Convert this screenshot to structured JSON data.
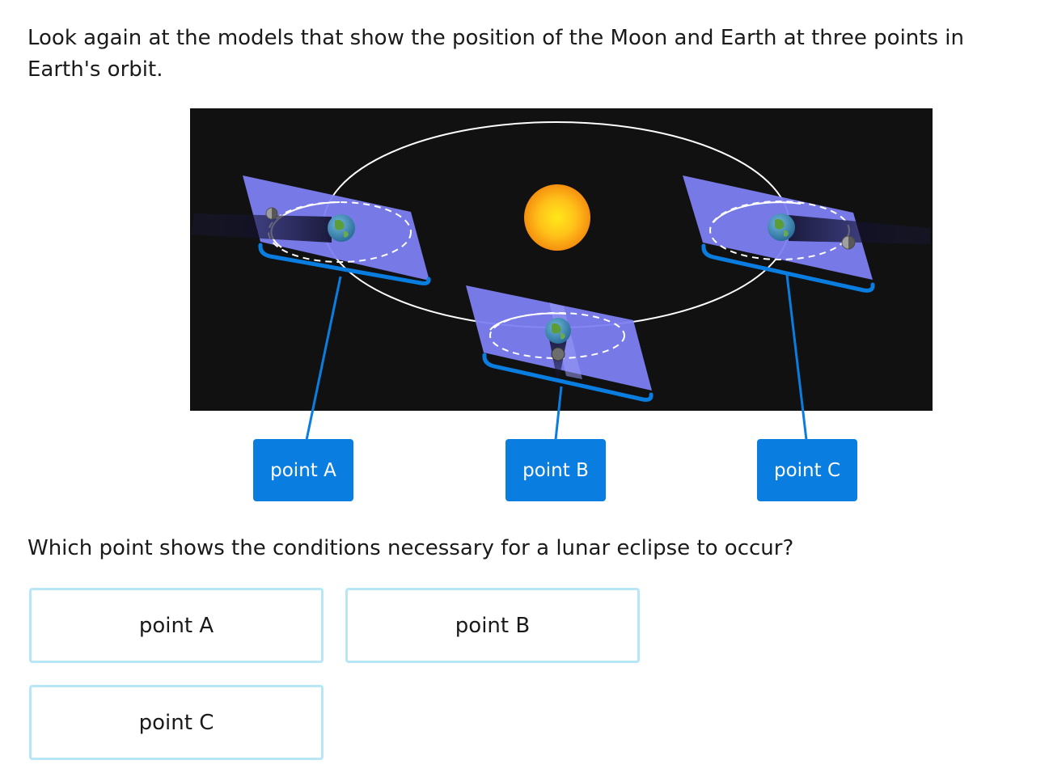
{
  "intro_text": "Look again at the models that show the position of the Moon and Earth at three points in Earth's orbit.",
  "figure": {
    "labels": [
      "point A",
      "point B",
      "point C"
    ],
    "colors": {
      "background": "#111111",
      "plane": "#7d7ff2",
      "callout": "#0a7de0",
      "sun": "#f5a313"
    }
  },
  "question_text": "Which point shows the conditions necessary for a lunar eclipse to occur?",
  "choices": [
    "point A",
    "point B",
    "point C"
  ],
  "colors": {
    "choice_border": "#b7e6f7",
    "label_bg": "#0a7de0"
  }
}
